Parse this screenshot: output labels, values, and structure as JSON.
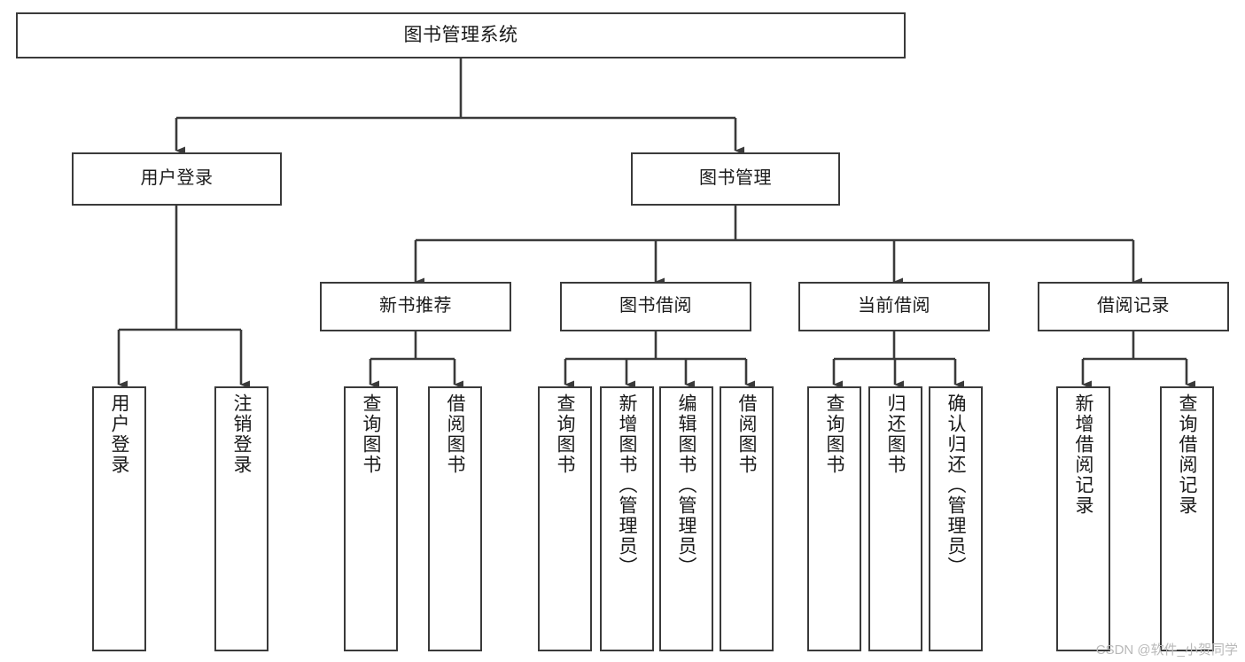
{
  "diagram": {
    "title": "图书管理系统",
    "type": "tree-hierarchy",
    "root": {
      "label": "图书管理系统"
    },
    "level1": [
      {
        "label": "用户登录"
      },
      {
        "label": "图书管理"
      }
    ],
    "level2": [
      {
        "label": "新书推荐",
        "parent": "图书管理"
      },
      {
        "label": "图书借阅",
        "parent": "图书管理"
      },
      {
        "label": "当前借阅",
        "parent": "图书管理"
      },
      {
        "label": "借阅记录",
        "parent": "图书管理"
      }
    ],
    "leaves": {
      "user_login": [
        {
          "label": "用户登录"
        },
        {
          "label": "注销登录"
        }
      ],
      "new_book_recommend": [
        {
          "label": "查询图书"
        },
        {
          "label": "借阅图书"
        }
      ],
      "book_borrow": [
        {
          "label": "查询图书"
        },
        {
          "label": "新增图书（管理员）"
        },
        {
          "label": "编辑图书（管理员）"
        },
        {
          "label": "借阅图书"
        }
      ],
      "current_borrow": [
        {
          "label": "查询图书"
        },
        {
          "label": "归还图书"
        },
        {
          "label": "确认归还（管理员）"
        }
      ],
      "borrow_record": [
        {
          "label": "新增借阅记录"
        },
        {
          "label": "查询借阅记录"
        }
      ]
    }
  },
  "watermark": {
    "text": "CSDN @软件_小贺同学"
  },
  "colors": {
    "stroke": "#3a3a3a",
    "text": "#1a1a1a",
    "background": "#ffffff",
    "watermark": "#b9b9b9"
  }
}
